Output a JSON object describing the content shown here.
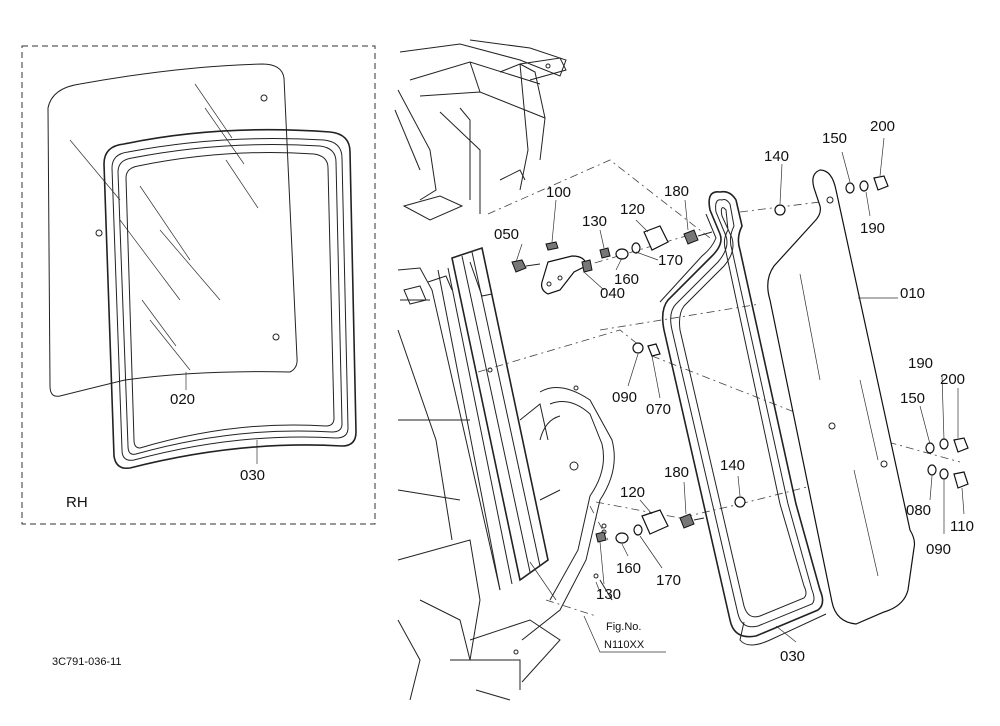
{
  "inset": {
    "title": "RH",
    "labels": {
      "glass": "020",
      "seal": "030"
    }
  },
  "drawing_number": "3C791-036-11",
  "labels": {
    "p010": "010",
    "p030": "030",
    "p040": "040",
    "p050": "050",
    "p070": "070",
    "p080": "080",
    "p090a": "090",
    "p090b": "090",
    "p100": "100",
    "p110": "110",
    "p120a": "120",
    "p120b": "120",
    "p130a": "130",
    "p130b": "130",
    "p140a": "140",
    "p140b": "140",
    "p150a": "150",
    "p150b": "150",
    "p160a": "160",
    "p160b": "160",
    "p170a": "170",
    "p170b": "170",
    "p180a": "180",
    "p180b": "180",
    "p190a": "190",
    "p190b": "190",
    "p200a": "200",
    "p200b": "200"
  },
  "fig_ref": {
    "line1": "Fig.No.",
    "line2": "N110XX"
  }
}
